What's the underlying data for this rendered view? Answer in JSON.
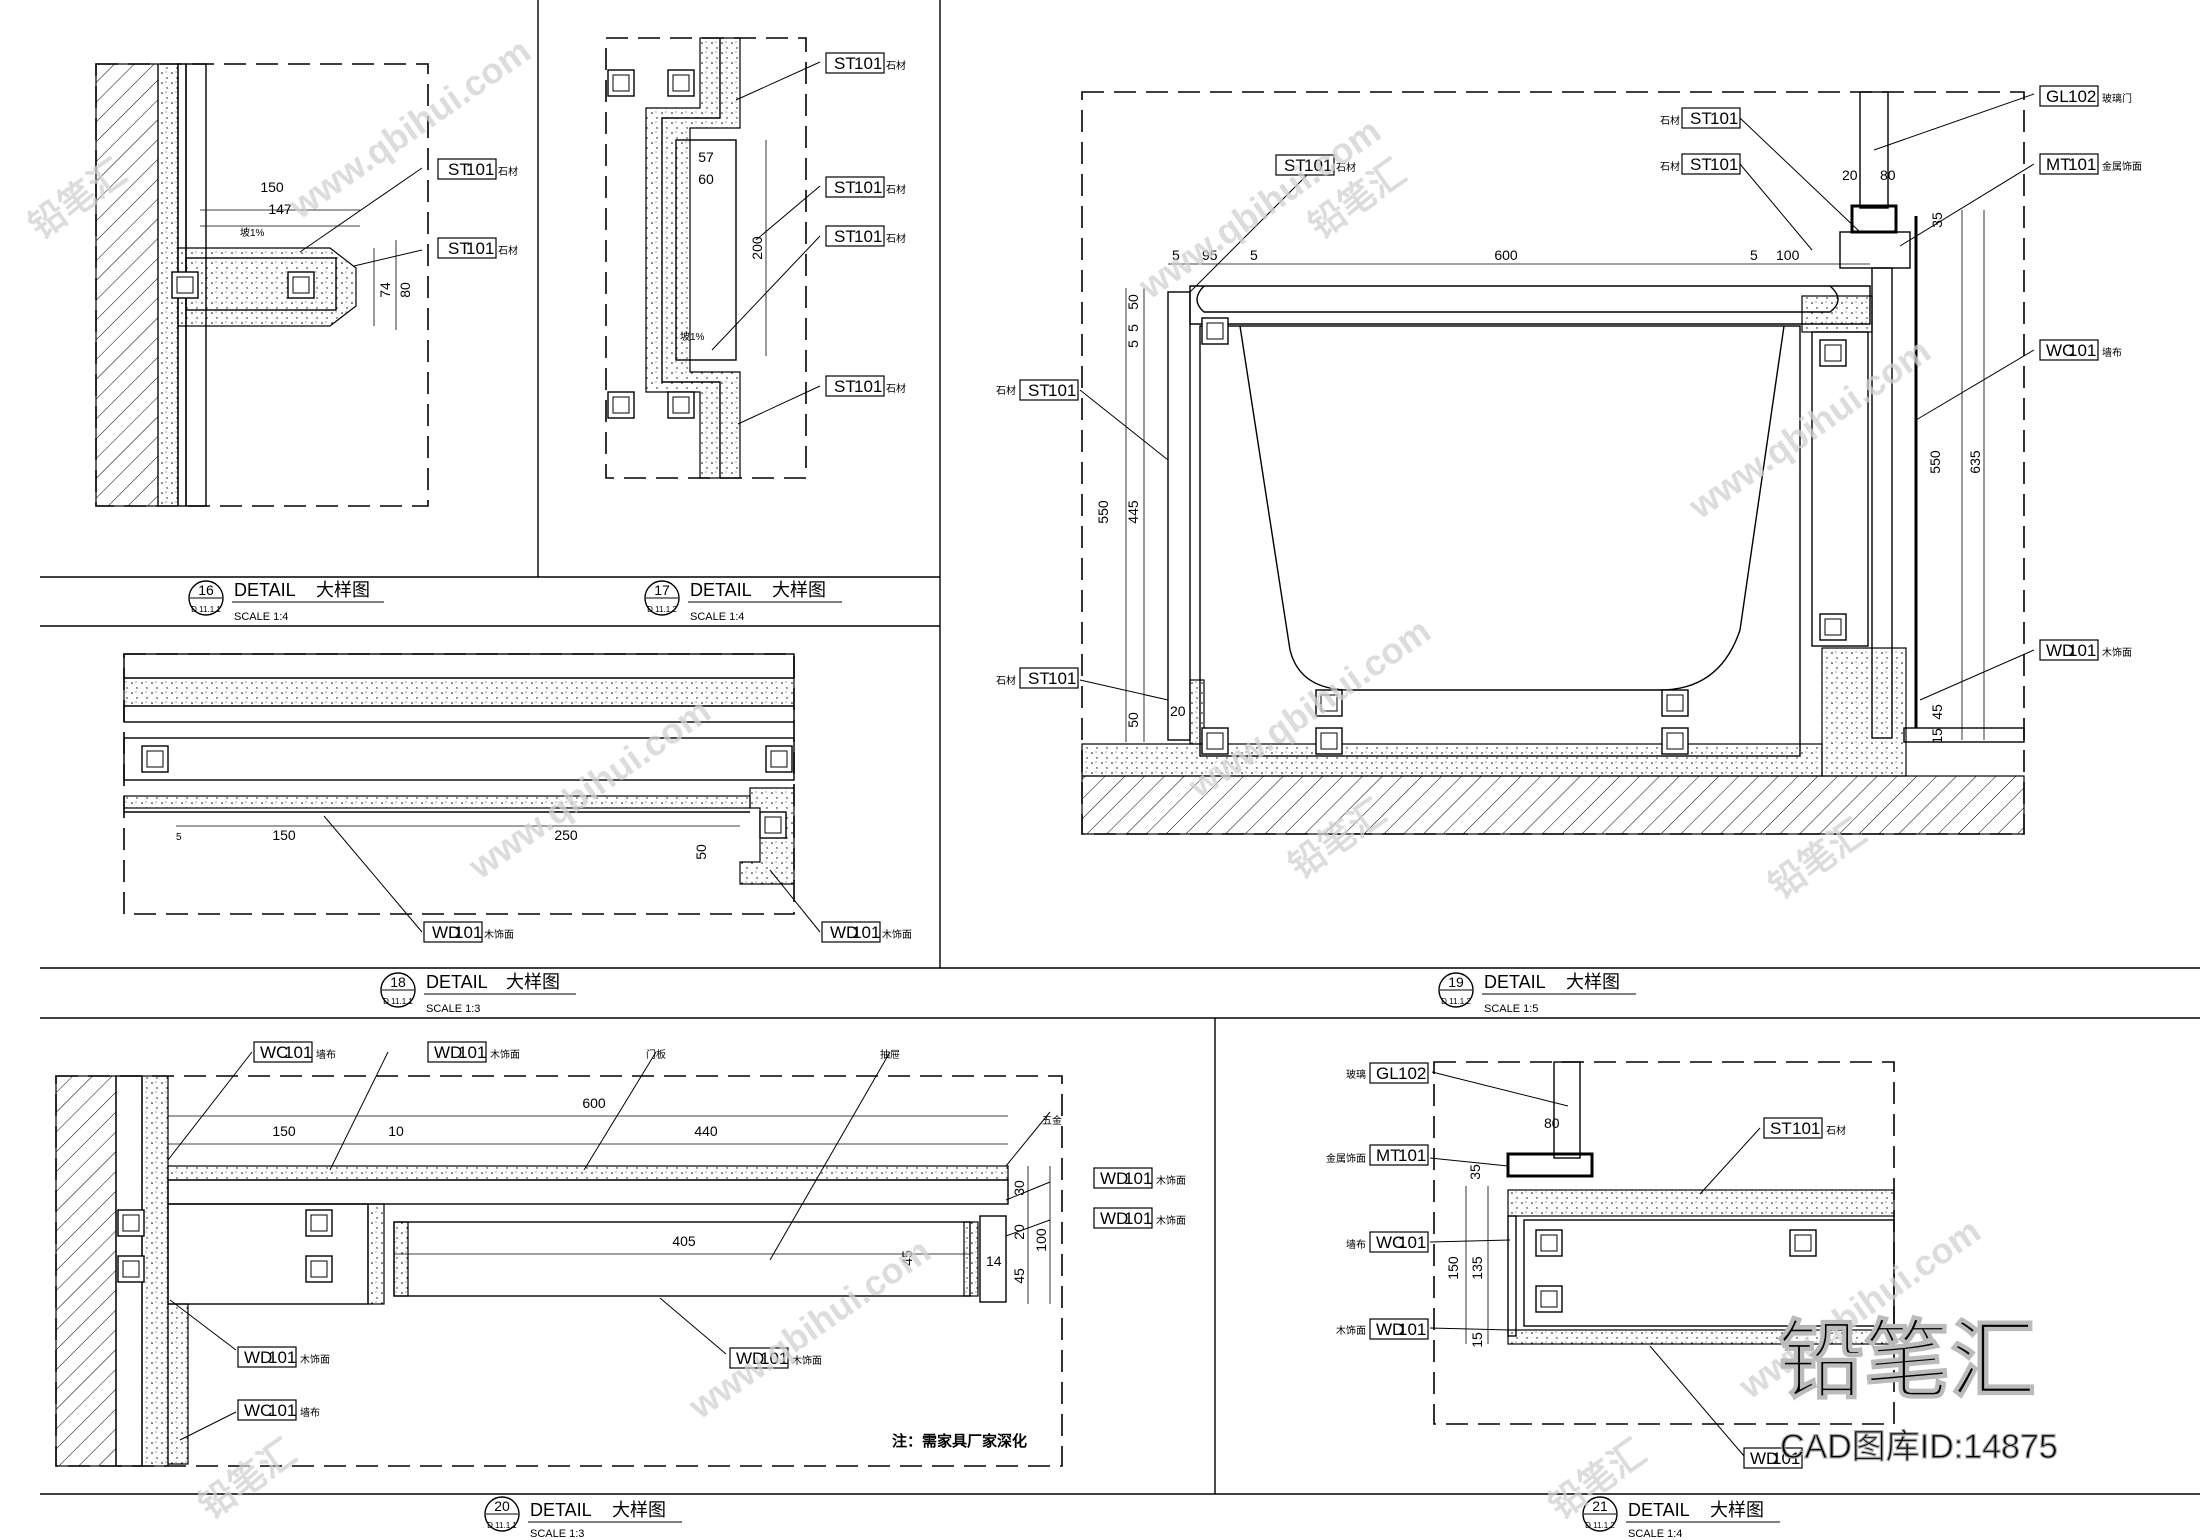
{
  "brand": {
    "logo_text": "铅笔汇",
    "caption": "CAD图库ID:14875"
  },
  "watermarks": [
    "www.qbihui.com",
    "铅笔汇"
  ],
  "note": "注：需家具厂家深化",
  "details": [
    {
      "num": "16",
      "sheet": "D 11.1.1",
      "word": "DETAIL",
      "cn": "大样图",
      "scale": "SCALE 1:4"
    },
    {
      "num": "17",
      "sheet": "D 11.1.2",
      "word": "DETAIL",
      "cn": "大样图",
      "scale": "SCALE 1:4"
    },
    {
      "num": "18",
      "sheet": "D 11.1.1",
      "word": "DETAIL",
      "cn": "大样图",
      "scale": "SCALE 1:3"
    },
    {
      "num": "19",
      "sheet": "D 11.1.2",
      "word": "DETAIL",
      "cn": "大样图",
      "scale": "SCALE 1:5"
    },
    {
      "num": "20",
      "sheet": "D 11.1.1",
      "word": "DETAIL",
      "cn": "大样图",
      "scale": "SCALE 1:3"
    },
    {
      "num": "21",
      "sheet": "D 11.1.2",
      "word": "DETAIL",
      "cn": "大样图",
      "scale": "SCALE 1:4"
    }
  ],
  "tag_codes": {
    "st": "ST",
    "gl": "GL",
    "mt": "MT",
    "wc": "WC",
    "wd": "WD",
    "n101": "101",
    "n102": "102"
  },
  "materials": {
    "stone": "石材",
    "wood": "木饰面",
    "metal": "金属饰面",
    "wallcover": "墙布",
    "glass": "玻璃",
    "glass_door": "玻璃门",
    "slope": "坡1%",
    "door_leaf": "门板",
    "hardware": "五金",
    "drawer": "抽屉"
  },
  "dimensions": {
    "d16": [
      "150",
      "147",
      "74",
      "80"
    ],
    "d17": [
      "57",
      "60",
      "200"
    ],
    "d18": [
      "150",
      "250",
      "50",
      "5"
    ],
    "d19": [
      "5",
      "95",
      "5",
      "600",
      "5",
      "100",
      "20",
      "80",
      "35",
      "50",
      "5",
      "5",
      "550",
      "445",
      "50",
      "20",
      "550",
      "635",
      "45",
      "15"
    ],
    "d20": [
      "600",
      "150",
      "10",
      "440",
      "405",
      "45",
      "30",
      "20",
      "100",
      "45",
      "14"
    ],
    "d21": [
      "80",
      "35",
      "150",
      "135",
      "15"
    ]
  }
}
